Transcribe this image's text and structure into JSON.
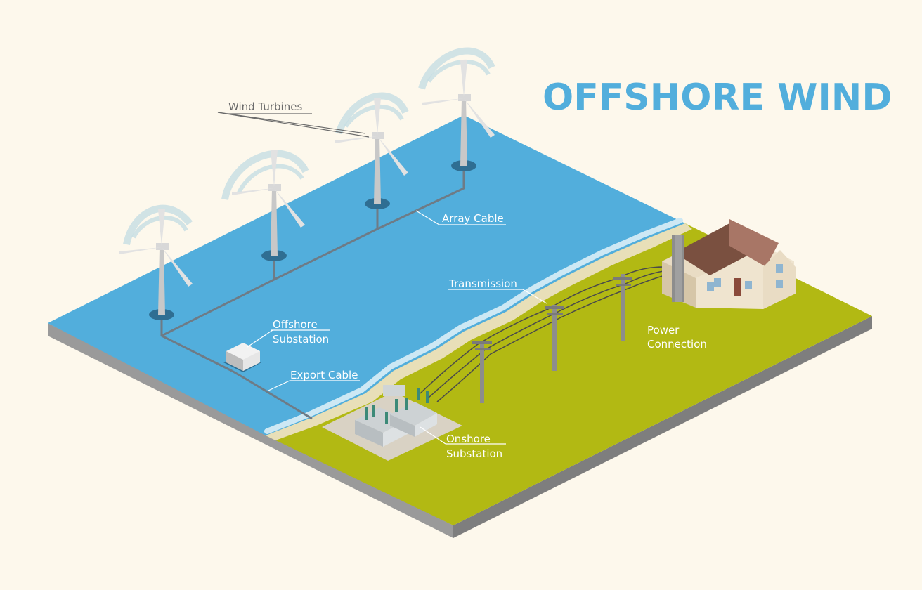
{
  "title": "OFFSHORE WIND",
  "labels": {
    "wind_turbines": "Wind Turbines",
    "array_cable": "Array Cable",
    "offshore_substation_line1": "Offshore",
    "offshore_substation_line2": "Substation",
    "export_cable": "Export Cable",
    "transmission": "Transmission",
    "onshore_substation_line1": "Onshore",
    "onshore_substation_line2": "Substation",
    "power_connection_line1": "Power",
    "power_connection_line2": "Connection"
  },
  "colors": {
    "title": "#52aedc",
    "sea": "#52aedc",
    "land": "#b2b913",
    "background": "#fdf8ec",
    "base_side": "#8a8a8a"
  }
}
